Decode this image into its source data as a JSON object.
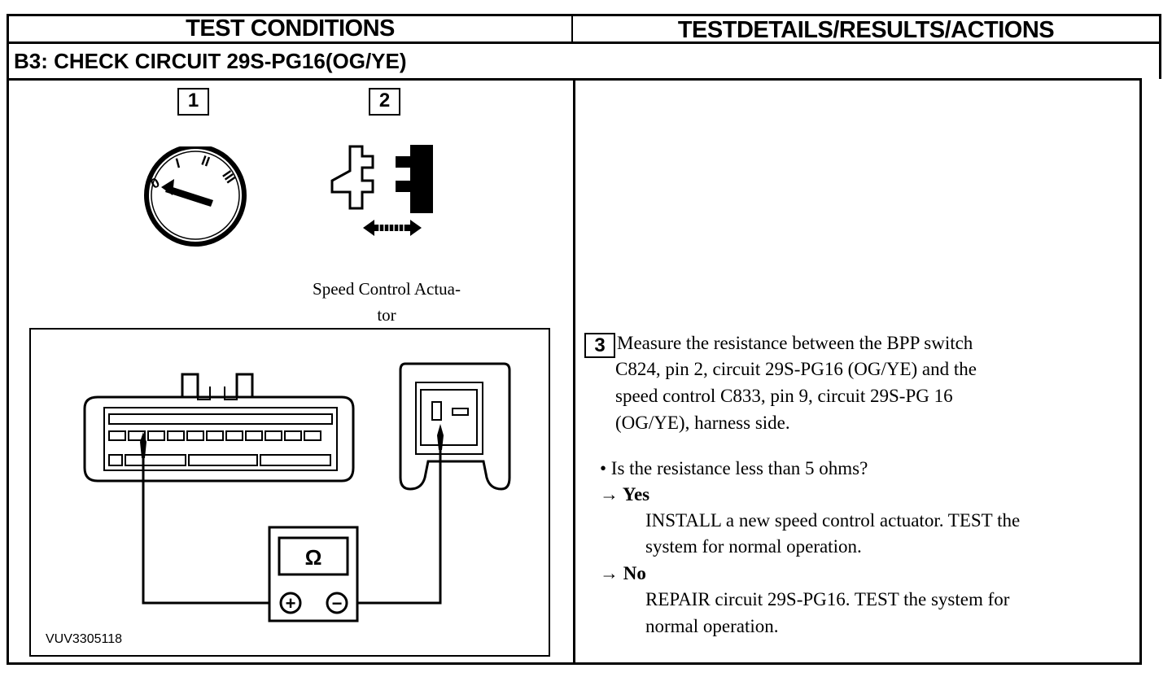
{
  "header": {
    "left": "TEST CONDITIONS",
    "right": "TESTDETAILS/RESULTS/ACTIONS"
  },
  "section_title": "B3: CHECK CIRCUIT 29S-PG16(OG/YE)",
  "steps": {
    "step1": "1",
    "step2": "2",
    "step3": "3"
  },
  "actuator_caption": {
    "line1": "Speed Control Actua-",
    "line2": "tor"
  },
  "meter": {
    "symbol": "Ω",
    "plus": "+",
    "minus": "−"
  },
  "ignition_labels": {
    "off": "0",
    "one": "I",
    "two": "II",
    "three": "III"
  },
  "figure_id": "VUV3305118",
  "instruction": {
    "lines": [
      "Measure the resistance between the BPP switch",
      "C824, pin 2, circuit 29S-PG16 (OG/YE) and the",
      "speed control C833, pin 9, circuit 29S-PG 16",
      "(OG/YE), harness side."
    ]
  },
  "question": "• Is the resistance less than 5 ohms?",
  "yes": {
    "label": "→ Yes",
    "lines": [
      "INSTALL a new speed control actuator. TEST the",
      "system for normal operation."
    ]
  },
  "no": {
    "label": "→ No",
    "lines": [
      "REPAIR circuit 29S-PG16. TEST the system for",
      "normal operation."
    ]
  }
}
